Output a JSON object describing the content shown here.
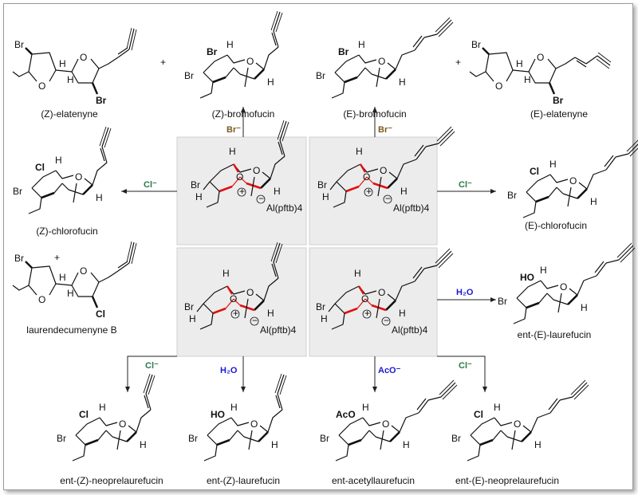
{
  "colors": {
    "bromide": "#7a5a1e",
    "chloride": "#2a7a4a",
    "oxygen_nucleophile": "#1a1ad0",
    "highlight": "#e01010",
    "box": "#ececec"
  },
  "compounds": [
    {
      "name": "(Z)-elatenyne",
      "top_halogen": "Br",
      "ring_halogen": "Br"
    },
    {
      "name": "(Z)-bromofucin",
      "sub": "Br",
      "ring_halogen": "Br"
    },
    {
      "name": "(E)-bromofucin",
      "sub": "Br",
      "ring_halogen": "Br"
    },
    {
      "name": "(E)-elatenyne",
      "top_halogen": "Br",
      "ring_halogen": "Br"
    },
    {
      "name": "(Z)-chlorofucin",
      "sub": "Cl",
      "ring_halogen": "Br"
    },
    {
      "name": "(E)-chlorofucin",
      "sub": "Cl",
      "ring_halogen": "Br"
    },
    {
      "name": "laurendecumenyne B",
      "top_halogen": "Br",
      "ring_halogen": "Cl"
    },
    {
      "name": "ent-(E)-laurefucin",
      "sub": "HO",
      "ring_halogen": "Br"
    },
    {
      "name": "ent-(Z)-neoprelaurefucin",
      "sub": "Cl",
      "ring_halogen": "Br"
    },
    {
      "name": "ent-(Z)-laurefucin",
      "sub": "HO",
      "ring_halogen": "Br"
    },
    {
      "name": "ent-acetyllaurefucin",
      "sub": "AcO",
      "ring_halogen": "Br"
    },
    {
      "name": "ent-(E)-neoprelaurefucin",
      "sub": "Cl",
      "ring_halogen": "Br"
    }
  ],
  "atoms": {
    "H": "H",
    "O": "O",
    "plus": "+",
    "minus": "−",
    "counterion": "Al(pftb)4"
  },
  "intermediates": [
    {
      "ring_halogen": "Br",
      "counterion": "Al(pftb)4"
    },
    {
      "ring_halogen": "Br",
      "counterion": "Al(pftb)4"
    },
    {
      "ring_halogen": "Br",
      "counterion": "Al(pftb)4"
    },
    {
      "ring_halogen": "Br",
      "counterion": "Al(pftb)4"
    }
  ],
  "plus_signs": [
    "+",
    "+",
    "+"
  ],
  "reagents": {
    "br_left": "Br⁻",
    "br_right": "Br⁻",
    "cl_left": "Cl⁻",
    "cl_right": "Cl⁻",
    "h2o_right": "H₂O",
    "cl_bottom_left": "Cl⁻",
    "h2o_bottom": "H₂O",
    "aco_bottom": "AcO⁻",
    "cl_bottom_right": "Cl⁻"
  }
}
